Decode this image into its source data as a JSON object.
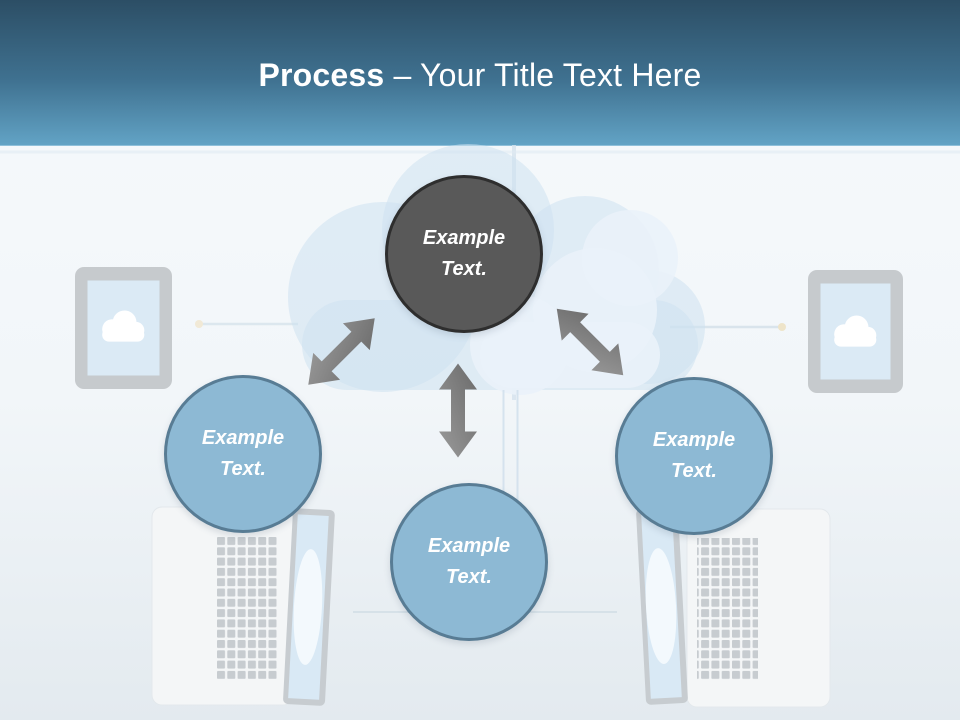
{
  "header": {
    "title_bold": "Process",
    "title_rest": " – Your Title Text Here"
  },
  "nodes": {
    "top": {
      "lines": [
        "Example",
        "Text."
      ]
    },
    "left": {
      "lines": [
        "Example",
        "Text."
      ]
    },
    "bottom": {
      "lines": [
        "Example",
        "Text."
      ]
    },
    "right": {
      "lines": [
        "Example",
        "Text."
      ]
    }
  },
  "icons": {
    "cloud": "cloud-icon",
    "tablet": "tablet-icon",
    "laptop": "laptop-icon",
    "double_arrow": "double-arrow-icon"
  },
  "colors": {
    "header_gradient_top": "#2c4e65",
    "header_gradient_bottom": "#62a3c5",
    "title_text": "#ffffff",
    "body_background_top": "#f6fafc",
    "body_background_bottom": "#e3eaef",
    "dark_node_fill": "#595959",
    "dark_node_border": "#2e2e2e",
    "blue_node_fill": "#8db9d4",
    "blue_node_border": "#587c94",
    "node_text": "#ffffff",
    "arrow_gray": "#7c7c7c",
    "cloud_fill": "#dceaf5",
    "device_gray": "#c6cacd",
    "device_screen": "#dbeaf5",
    "connector_line": "#dce7ee",
    "connector_dot": "#f1e9d6"
  }
}
